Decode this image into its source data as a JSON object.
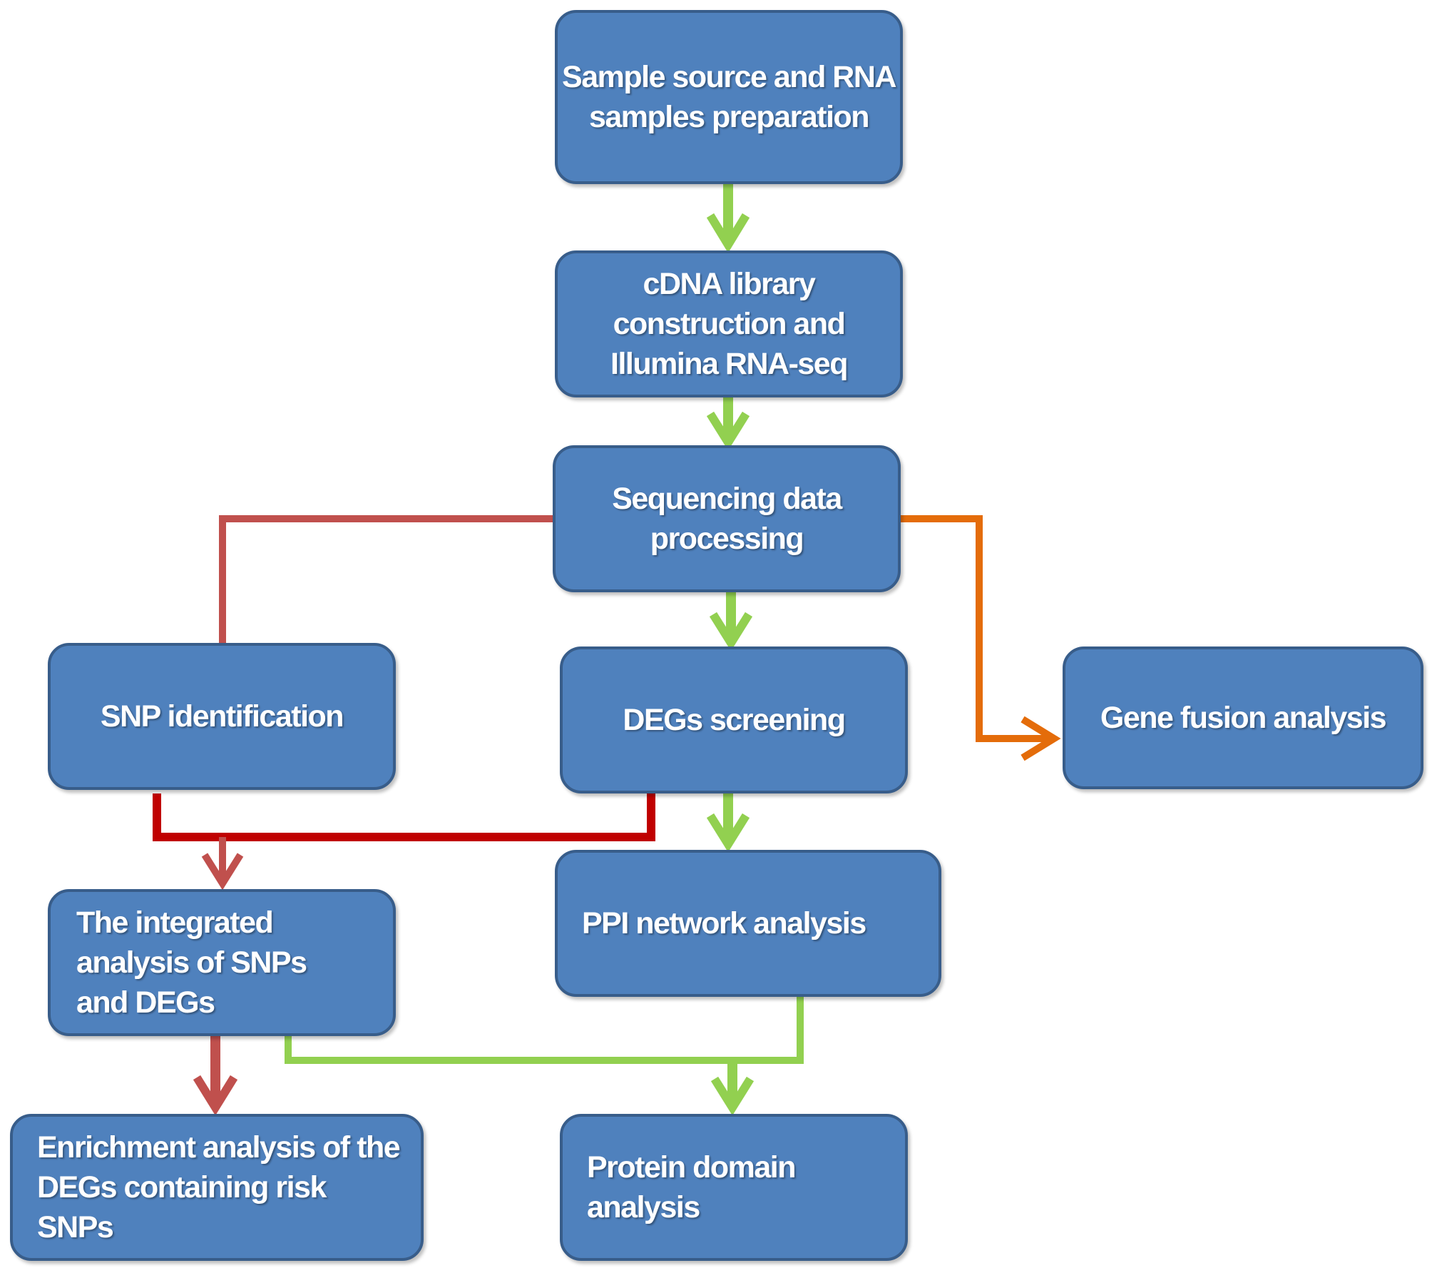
{
  "diagram": {
    "nodes": {
      "sample": "Sample source and RNA samples preparation",
      "cdna": "cDNA library construction and Illumina RNA-seq",
      "seq": "Sequencing data processing",
      "snp": "SNP identification",
      "degs": "DEGs screening",
      "fusion": "Gene fusion analysis",
      "integrated": "The integrated analysis of SNPs and DEGs",
      "ppi": "PPI network analysis",
      "enrichment": "Enrichment analysis of the DEGs containing risk SNPs",
      "domain": "Protein domain analysis"
    },
    "edges": [
      {
        "from": "sample",
        "to": "cdna",
        "color": "green"
      },
      {
        "from": "cdna",
        "to": "seq",
        "color": "green"
      },
      {
        "from": "seq",
        "to": "degs",
        "color": "green"
      },
      {
        "from": "seq",
        "to": "snp",
        "color": "red"
      },
      {
        "from": "seq",
        "to": "fusion",
        "color": "orange"
      },
      {
        "from": "snp",
        "to": "integrated",
        "color": "red"
      },
      {
        "from": "degs",
        "to": "integrated",
        "color": "red"
      },
      {
        "from": "degs",
        "to": "ppi",
        "color": "green"
      },
      {
        "from": "integrated",
        "to": "enrichment",
        "color": "red"
      },
      {
        "from": "integrated",
        "to": "domain",
        "color": "green"
      },
      {
        "from": "ppi",
        "to": "domain",
        "color": "green"
      }
    ],
    "colors": {
      "node_fill": "#4f81bd",
      "node_border": "#385d8a",
      "green": "#92d050",
      "red": "#c0504d",
      "dark_red": "#c00000",
      "orange": "#e46c0a"
    }
  }
}
